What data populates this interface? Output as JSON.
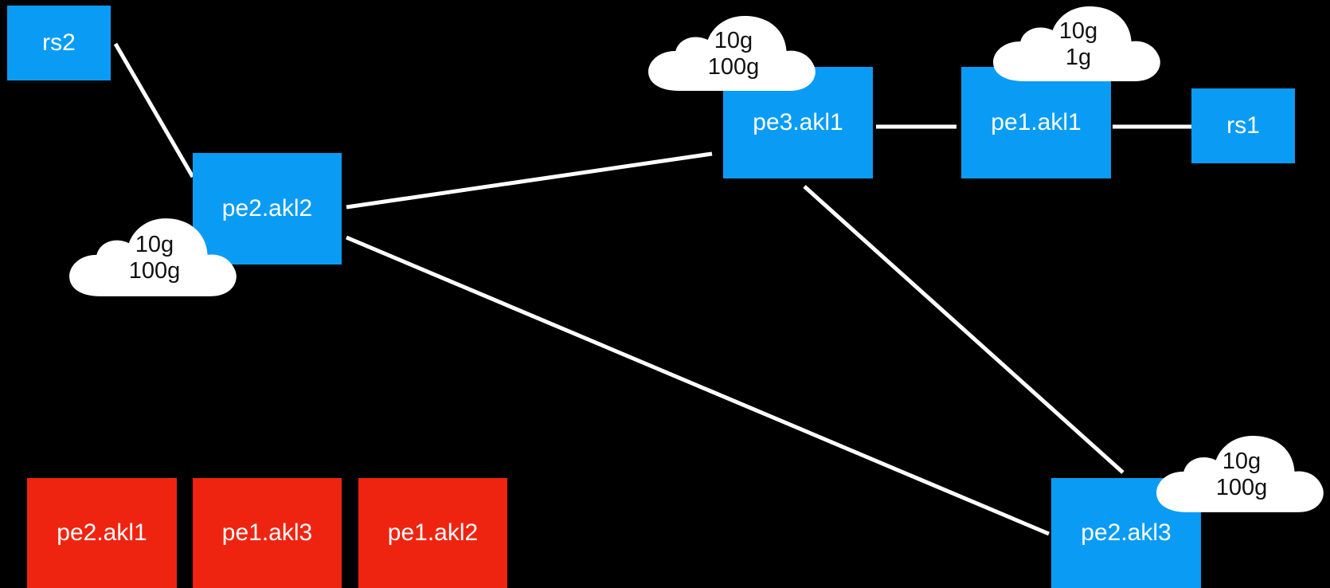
{
  "nodes": {
    "rs2": "rs2",
    "pe2_akl2": "pe2.akl2",
    "pe3_akl1": "pe3.akl1",
    "pe1_akl1": "pe1.akl1",
    "rs1": "rs1",
    "pe2_akl3": "pe2.akl3"
  },
  "offline_nodes": [
    "pe2.akl1",
    "pe1.akl3",
    "pe1.akl2"
  ],
  "clouds": {
    "pe2_akl2": [
      "10g",
      "100g"
    ],
    "pe3_akl1": [
      "10g",
      "100g"
    ],
    "pe1_akl1": [
      "10g",
      "1g"
    ],
    "pe2_akl3": [
      "10g",
      "100g"
    ]
  },
  "colors": {
    "active_node": "#0a9cf4",
    "offline_node": "#ef2410",
    "link": "#ffffff",
    "cloud": "#ffffff",
    "background": "#000000"
  }
}
